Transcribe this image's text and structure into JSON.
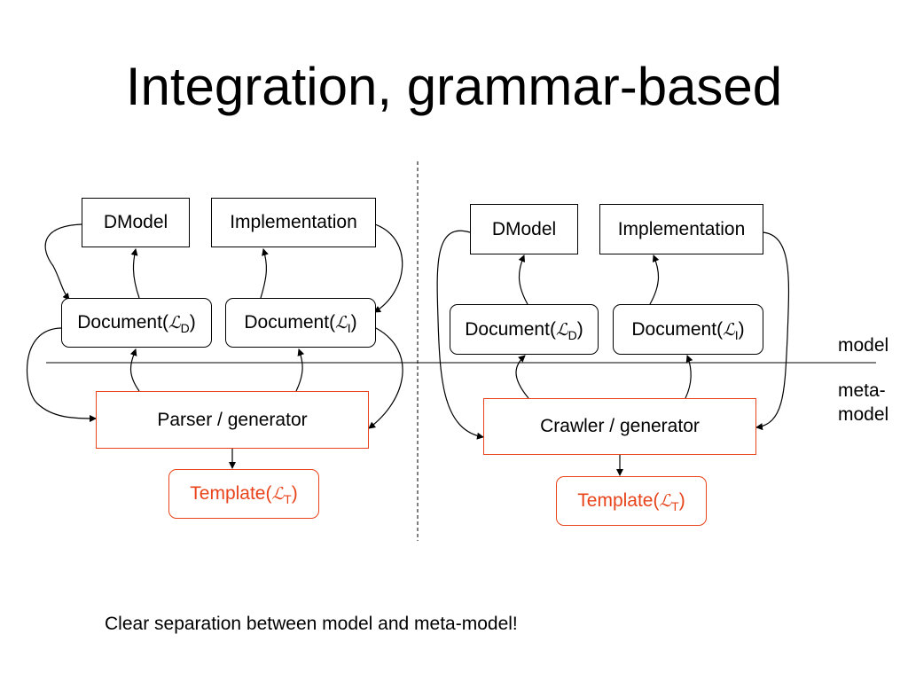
{
  "title": "Integration, grammar-based",
  "script_letter": "ℒ",
  "left": {
    "dmodel": "DModel",
    "implementation": "Implementation",
    "document_d": {
      "prefix": "Document(",
      "sub": "D",
      "suffix": ")"
    },
    "document_i": {
      "prefix": "Document(",
      "sub": "I",
      "suffix": ")"
    },
    "generator": "Parser / generator",
    "template": {
      "prefix": "Template(",
      "sub": "T",
      "suffix": ")"
    }
  },
  "right": {
    "dmodel": "DModel",
    "implementation": "Implementation",
    "document_d": {
      "prefix": "Document(",
      "sub": "D",
      "suffix": ")"
    },
    "document_i": {
      "prefix": "Document(",
      "sub": "I",
      "suffix": ")"
    },
    "generator": "Crawler / generator",
    "template": {
      "prefix": "Template(",
      "sub": "T",
      "suffix": ")"
    }
  },
  "labels": {
    "model": "model",
    "meta_model_1": "meta-",
    "meta_model_2": "model"
  },
  "caption": "Clear separation between model and meta-model!",
  "colors": {
    "meta": "#e8431a",
    "line": "#000000"
  }
}
